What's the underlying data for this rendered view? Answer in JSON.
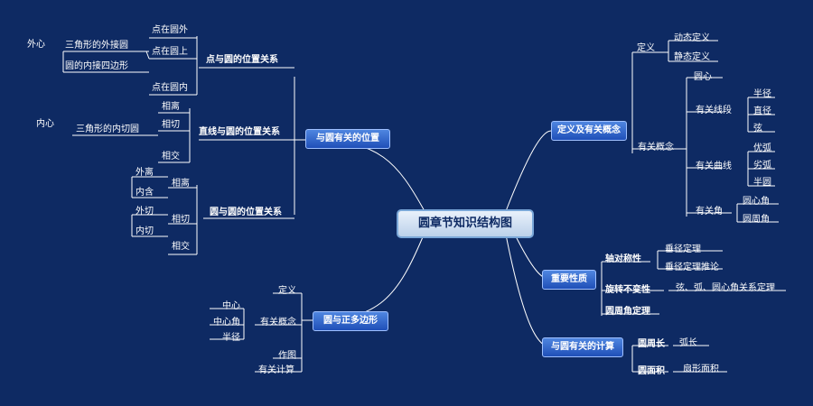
{
  "root": "圆章节知识结构图",
  "left": {
    "main1": {
      "label": "与圆有关的位置",
      "a": {
        "label": "点与圆的位置关系",
        "items": [
          "点在圆外",
          "点在圆上",
          "点在圆内"
        ],
        "waixin": "外心",
        "waijie": "三角形的外接圆",
        "neijie": "圆的内接四边形"
      },
      "b": {
        "label": "直线与圆的位置关系",
        "items": [
          "相离",
          "相切",
          "相交"
        ],
        "neixin": "内心",
        "neiqie": "三角形的内切圆"
      },
      "c": {
        "label": "圆与圆的位置关系",
        "xiangli": "相离",
        "waili": "外离",
        "neihan": "内含",
        "xiangqie": "相切",
        "waiqie": "外切",
        "neiqie": "内切",
        "xiangjiao": "相交"
      }
    },
    "main2": {
      "label": "圆与正多边形",
      "dingyi": "定义",
      "gainian": "有关概念",
      "gainian_items": [
        "中心",
        "中心角",
        "半径"
      ],
      "zuotu": "作图",
      "jisuan": "有关计算"
    }
  },
  "right": {
    "main3": {
      "label": "定义及有关概念",
      "dingyi": "定义",
      "dingyi_items": [
        "动态定义",
        "静态定义"
      ],
      "gainian": "有关概念",
      "yuanxin": "圆心",
      "xianduan": "有关线段",
      "xianduan_items": [
        "半径",
        "直径",
        "弦"
      ],
      "quxian": "有关曲线",
      "quxian_items": [
        "优弧",
        "劣弧",
        "半圆"
      ],
      "jiao": "有关角",
      "jiao_items": [
        "圆心角",
        "圆周角"
      ]
    },
    "main4": {
      "label": "重要性质",
      "duichen": "轴对称性",
      "duichen_items": [
        "垂径定理",
        "垂径定理推论"
      ],
      "xuanzhuan": "旋转不变性",
      "xuanzhuan_item": "弦、弧、圆心角关系定理",
      "yuanzhoujiao": "圆周角定理"
    },
    "main5": {
      "label": "与圆有关的计算",
      "zhouchang": "圆周长",
      "huchang": "弧长",
      "mianji": "圆面积",
      "shanxing": "扇形面积"
    }
  }
}
